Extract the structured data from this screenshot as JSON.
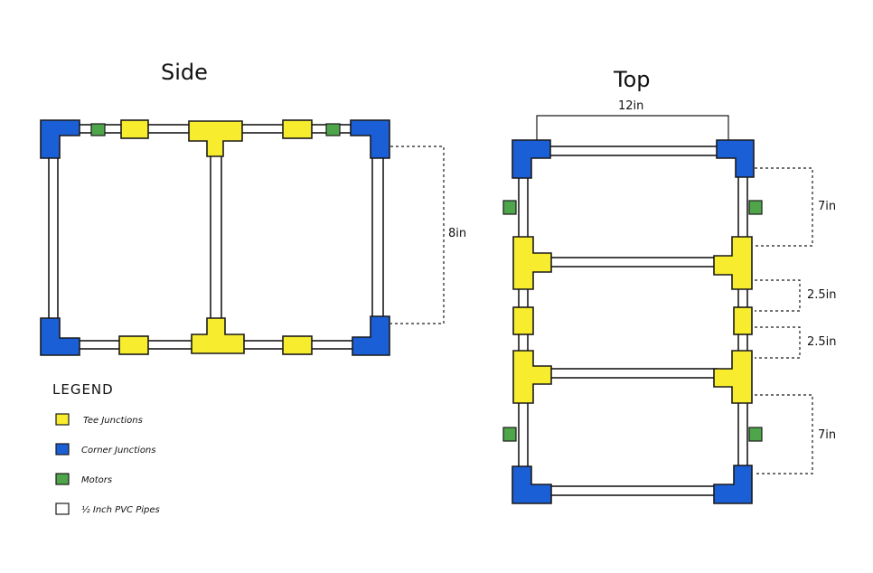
{
  "side_view": {
    "title": "Side",
    "height_label": "8in"
  },
  "top_view": {
    "title": "Top",
    "width_label": "12in",
    "spacing_labels": [
      "7in",
      "2.5in",
      "2.5in",
      "7in"
    ]
  },
  "legend": {
    "title": "LEGEND",
    "items": [
      {
        "label": "Tee Junctions",
        "color": "#f7ec2e"
      },
      {
        "label": "Corner Junctions",
        "color": "#1b5fd6"
      },
      {
        "label": "Motors",
        "color": "#4fa64a"
      },
      {
        "label": "½ Inch PVC Pipes",
        "color": "#ffffff"
      }
    ]
  }
}
